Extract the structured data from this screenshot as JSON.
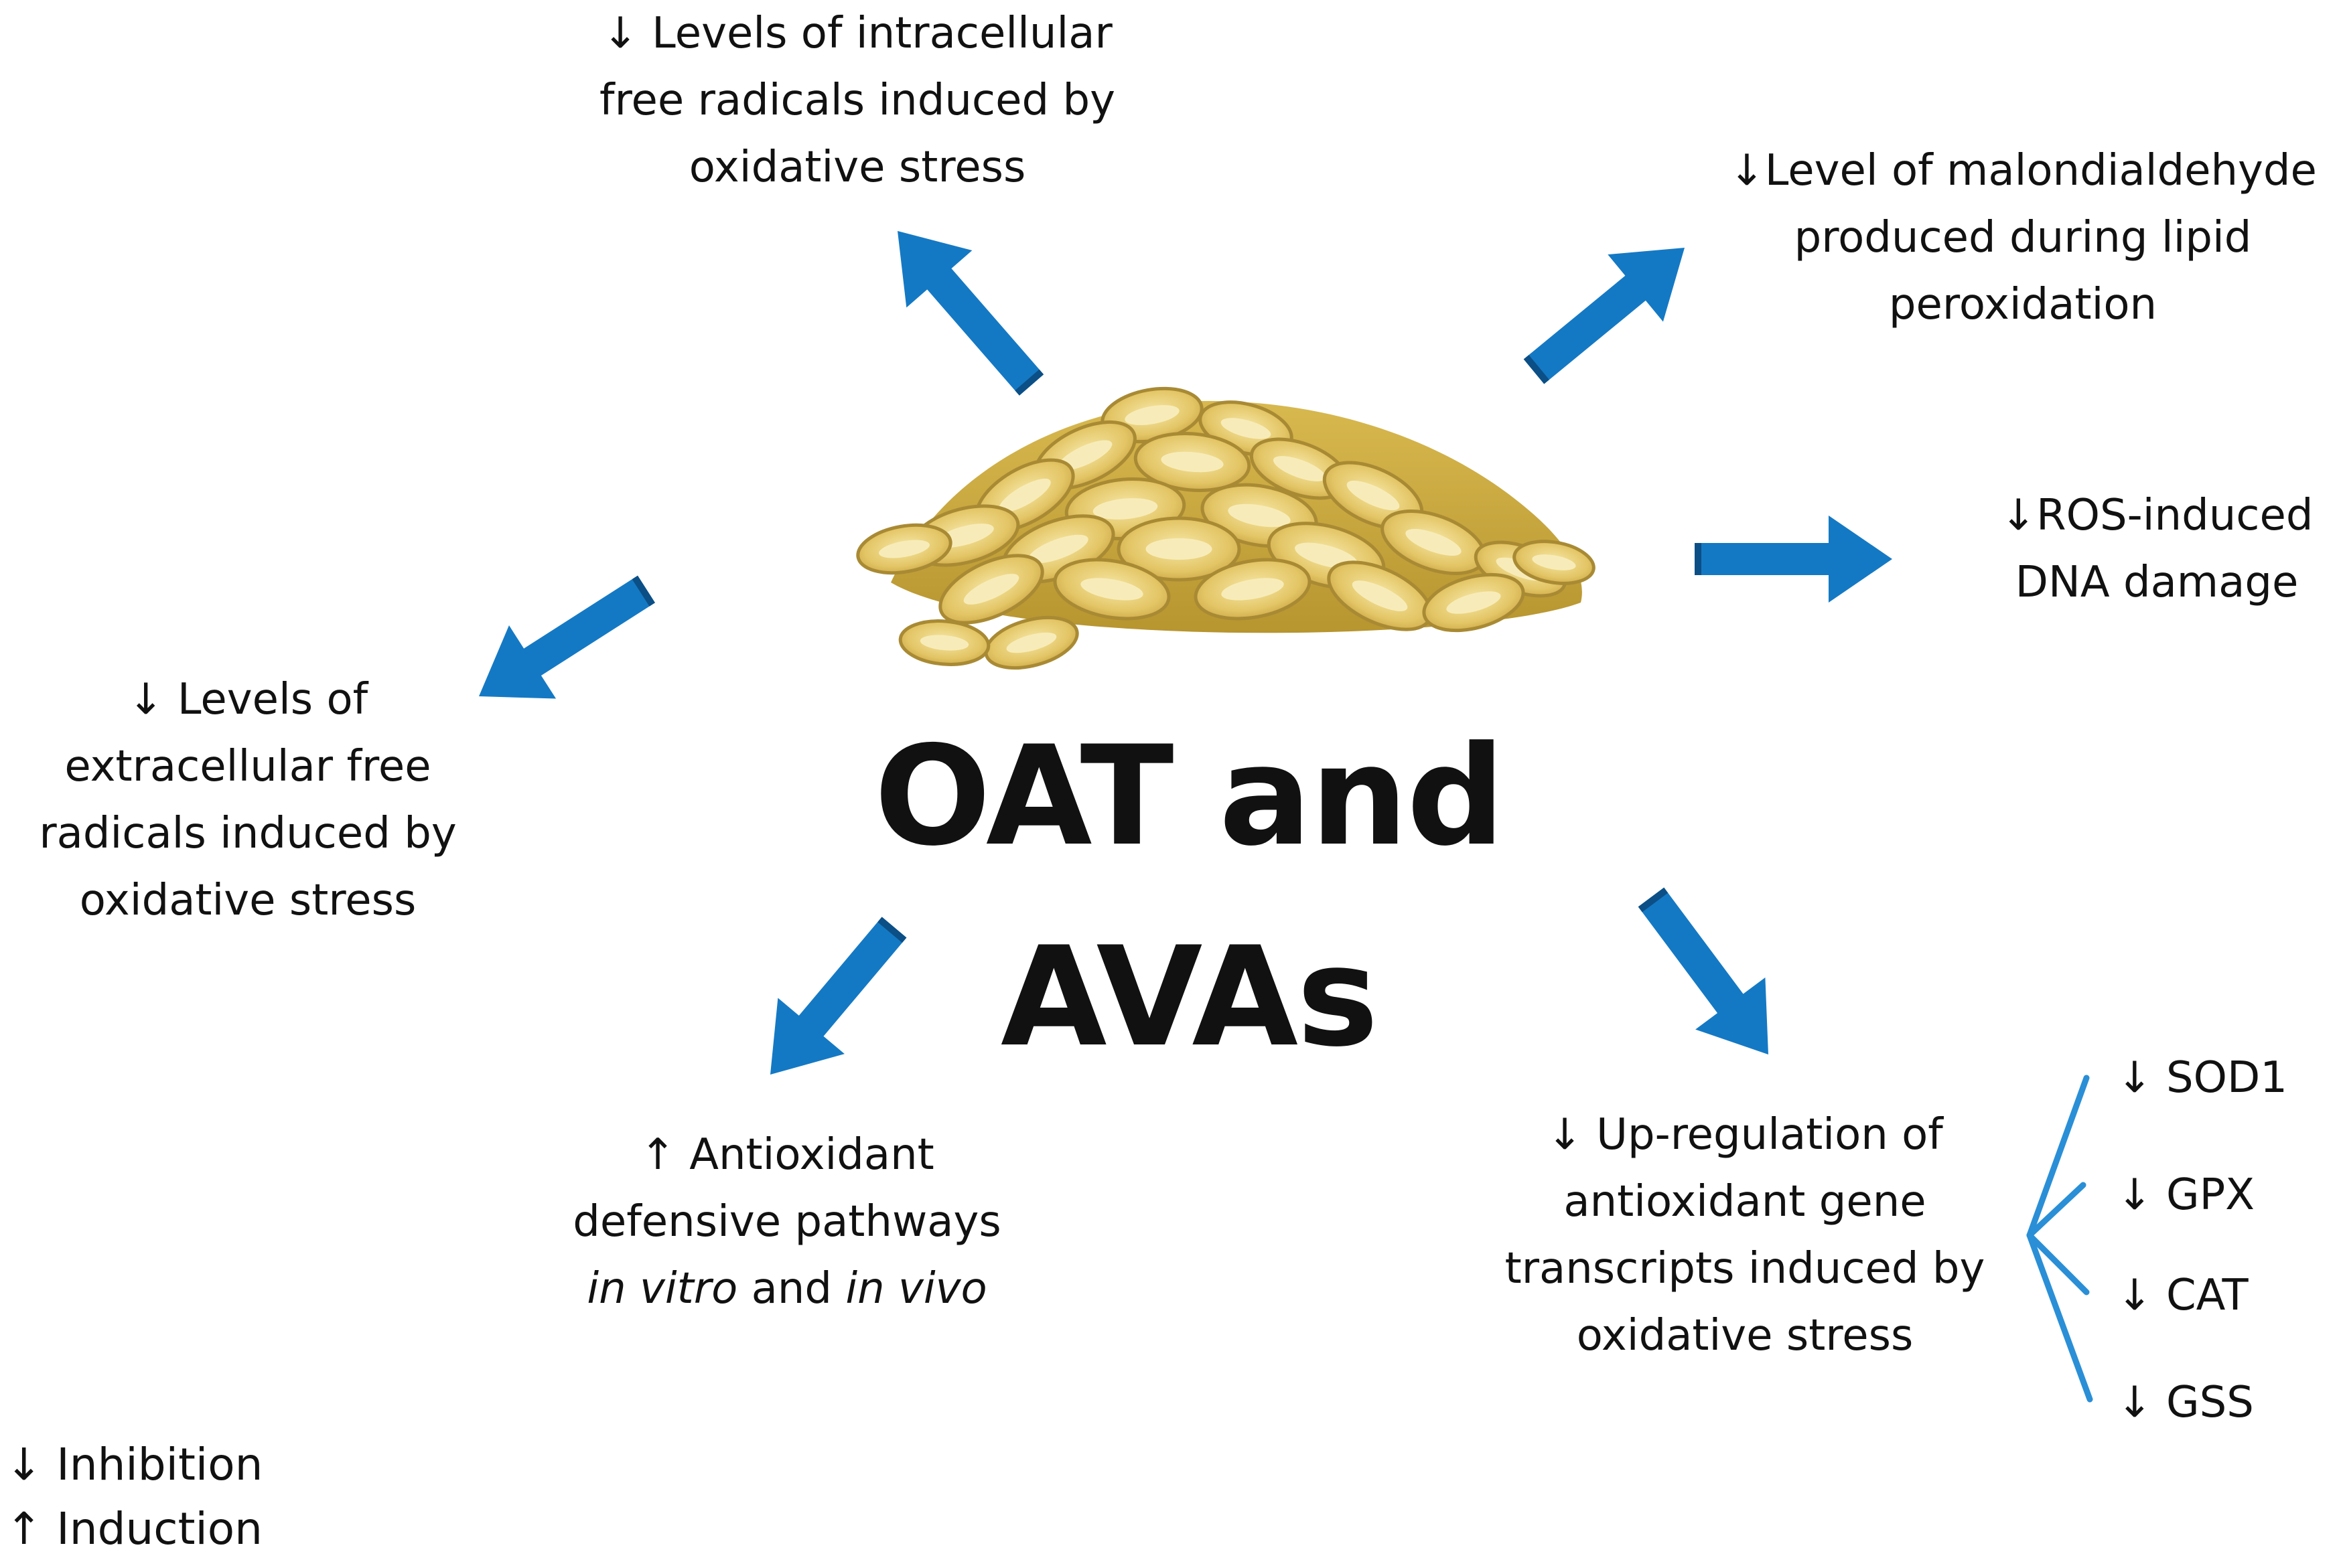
{
  "title": "OAT and AVAs",
  "effects": {
    "intracellular": [
      "↓ Levels of intracellular",
      "free radicals induced by",
      "oxidative stress"
    ],
    "malondialdehyde": [
      "↓Level of malondialdehyde",
      "produced during lipid",
      "peroxidation"
    ],
    "ros_dna": [
      "↓ROS-induced",
      "DNA damage"
    ],
    "extracellular": [
      "↓ Levels of",
      "extracellular free",
      "radicals induced by",
      "oxidative stress"
    ],
    "antioxidant_pathways": {
      "line1": "↑ Antioxidant",
      "line2": "defensive pathways",
      "line3_a": "in vitro",
      "line3_b": " and ",
      "line3_c": "in vivo"
    },
    "gene_transcripts": [
      "↓ Up-regulation of",
      "antioxidant gene",
      "transcripts induced by",
      "oxidative stress"
    ]
  },
  "genes": [
    "↓ SOD1",
    "↓ GPX",
    "↓ CAT",
    "↓ GSS"
  ],
  "legend": {
    "inhibition": "↓ Inhibition",
    "induction": "↑ Induction"
  },
  "colors": {
    "arrow": "#1479c4",
    "arrow_dark": "#0b4f86",
    "branch_line": "#2a8fd6",
    "oat_fill": "#e7cd74",
    "oat_edge": "#a98a34",
    "text": "#111111"
  },
  "icons": [
    "oat-pile-icon",
    "block-arrow-icon"
  ]
}
